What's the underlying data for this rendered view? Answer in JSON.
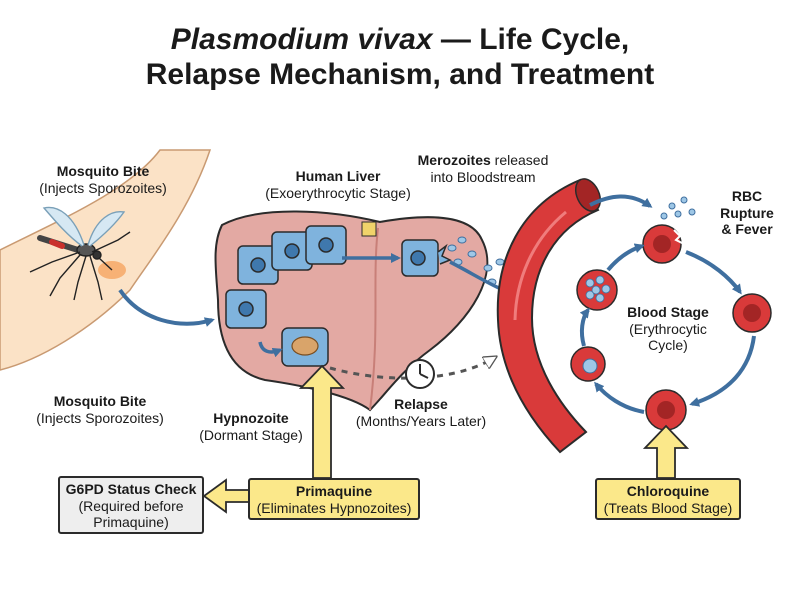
{
  "title": {
    "italic": "Plasmodium vivax",
    "rest_line1": " — Life Cycle,",
    "line2": "Relapse Mechanism, and Treatment"
  },
  "labels": {
    "mosquito_bite_top": {
      "bold": "Mosquito Bite",
      "sub": "(Injects Sporozoites)"
    },
    "mosquito_bite_bottom": {
      "bold": "Mosquito Bite",
      "sub": "(Injects Sporozoites)"
    },
    "human_liver": {
      "bold": "Human Liver",
      "sub": "(Exoerythrocytic Stage)"
    },
    "merozoites": {
      "bold": "Merozoites",
      "rest": " released",
      "line2": "into Bloodstream"
    },
    "rbc_rupture": {
      "line1": "RBC",
      "line2": "Rupture",
      "line3": "& Fever"
    },
    "blood_stage": {
      "bold": "Blood Stage",
      "sub1": "(Erythrocytic",
      "sub2": "Cycle)"
    },
    "hypnozoite": {
      "bold": "Hypnozoite",
      "sub": "(Dormant Stage)"
    },
    "relapse": {
      "bold": "Relapse",
      "sub": "(Months/Years Later)"
    }
  },
  "boxes": {
    "g6pd": {
      "bold": "G6PD Status Check",
      "sub1": "(Required before",
      "sub2": "Primaquine)"
    },
    "primaquine": {
      "bold": "Primaquine",
      "sub": "(Eliminates Hypnozoites)"
    },
    "chloroquine": {
      "bold": "Chloroquine",
      "sub": "(Treats Blood Stage)"
    }
  },
  "icons": [
    "mosquito-icon",
    "liver-icon",
    "blood-vessel-icon",
    "clock-icon",
    "red-blood-cell-icon"
  ],
  "colors": {
    "arrow_blue": "#3f6f9f",
    "vessel_red": "#d93a3a",
    "liver_pink": "#e3a9a3",
    "cell_blue": "#7fb3dd",
    "highlight_yellow": "#fbe88a",
    "skin": "#fbe2c6"
  }
}
